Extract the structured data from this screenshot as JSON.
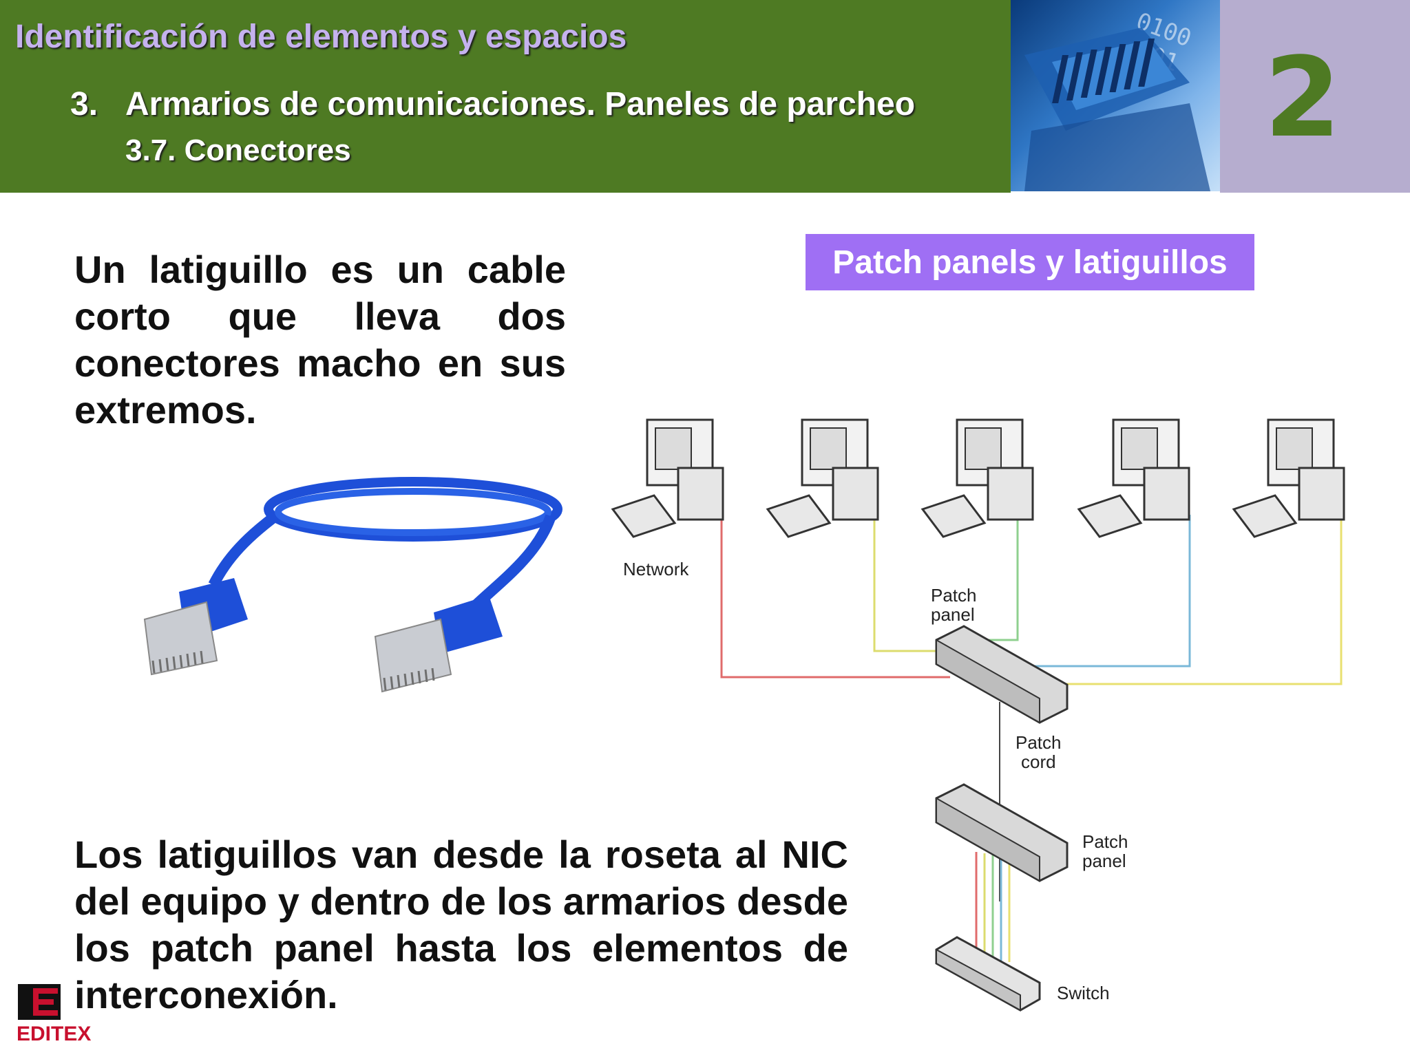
{
  "header": {
    "title": "Identificación de elementos y espacios",
    "section_number": "3.",
    "section_title": "Armarios de comunicaciones. Paneles de parcheo",
    "subsection_title": "3.7. Conectores",
    "chapter_number": "2"
  },
  "body": {
    "paragraph_1": "Un latiguillo es un cable corto que lleva dos conectores macho en sus extremos.",
    "paragraph_2": "Los latiguillos van desde la roseta al NIC del equipo y dentro de los armarios desde los patch panel hasta los elementos de interconexión."
  },
  "badge": {
    "label": "Patch panels y latiguillos"
  },
  "diagram": {
    "labels": {
      "network": "Network",
      "patch_panel_top_line1": "Patch",
      "patch_panel_top_line2": "panel",
      "patch_cord_line1": "Patch",
      "patch_cord_line2": "cord",
      "patch_panel_bottom_line1": "Patch",
      "patch_panel_bottom_line2": "panel",
      "switch": "Switch"
    },
    "cable_colors": [
      "#e06b6b",
      "#dcdc6e",
      "#8fd08f",
      "#7ab8d8",
      "#e8e070"
    ],
    "computer_count": 5
  },
  "logo": {
    "text": "EDITEX",
    "color": "#c8102e"
  },
  "images": {
    "header_image": "rj45-connector-closeup",
    "cable_image": "blue-patch-cable-rj45"
  }
}
